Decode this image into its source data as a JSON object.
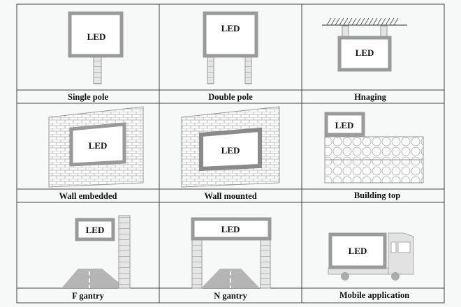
{
  "sign_label": "LED",
  "cells": [
    {
      "caption": "Single pole"
    },
    {
      "caption": "Double pole"
    },
    {
      "caption": "Hnaging"
    },
    {
      "caption": "Wall embedded"
    },
    {
      "caption": "Wall mounted"
    },
    {
      "caption": "Building top"
    },
    {
      "caption": "F gantry"
    },
    {
      "caption": "N gantry"
    },
    {
      "caption": "Mobile application"
    }
  ]
}
